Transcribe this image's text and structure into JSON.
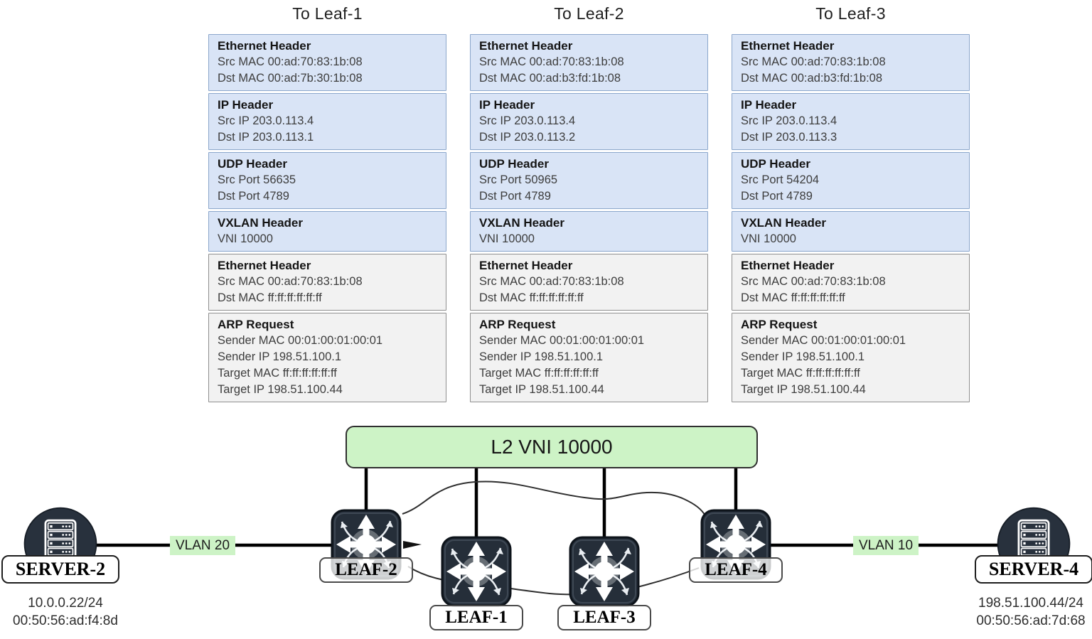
{
  "packets": [
    {
      "title": "To Leaf-1",
      "sections": [
        {
          "style": "blue",
          "title": "Ethernet Header",
          "lines": [
            "Src MAC 00:ad:70:83:1b:08",
            "Dst MAC 00:ad:7b:30:1b:08"
          ]
        },
        {
          "style": "blue",
          "title": "IP Header",
          "lines": [
            "Src IP 203.0.113.4",
            "Dst IP 203.0.113.1"
          ]
        },
        {
          "style": "blue",
          "title": "UDP Header",
          "lines": [
            "Src Port 56635",
            "Dst Port 4789"
          ]
        },
        {
          "style": "blue",
          "title": "VXLAN Header",
          "lines": [
            "VNI 10000"
          ]
        },
        {
          "style": "gray",
          "title": "Ethernet Header",
          "lines": [
            "Src MAC 00:ad:70:83:1b:08",
            "Dst MAC ff:ff:ff:ff:ff:ff"
          ]
        },
        {
          "style": "gray",
          "title": "ARP Request",
          "lines": [
            "Sender MAC 00:01:00:01:00:01",
            "Sender IP 198.51.100.1",
            "Target MAC ff:ff:ff:ff:ff:ff",
            "Target IP 198.51.100.44"
          ]
        }
      ]
    },
    {
      "title": "To Leaf-2",
      "sections": [
        {
          "style": "blue",
          "title": "Ethernet Header",
          "lines": [
            "Src MAC 00:ad:70:83:1b:08",
            "Dst MAC 00:ad:b3:fd:1b:08"
          ]
        },
        {
          "style": "blue",
          "title": "IP Header",
          "lines": [
            "Src IP 203.0.113.4",
            "Dst IP 203.0.113.2"
          ]
        },
        {
          "style": "blue",
          "title": "UDP Header",
          "lines": [
            "Src Port 50965",
            "Dst Port 4789"
          ]
        },
        {
          "style": "blue",
          "title": "VXLAN Header",
          "lines": [
            "VNI 10000"
          ]
        },
        {
          "style": "gray",
          "title": "Ethernet Header",
          "lines": [
            "Src MAC 00:ad:70:83:1b:08",
            "Dst MAC ff:ff:ff:ff:ff:ff"
          ]
        },
        {
          "style": "gray",
          "title": "ARP Request",
          "lines": [
            "Sender MAC 00:01:00:01:00:01",
            "Sender IP 198.51.100.1",
            "Target MAC ff:ff:ff:ff:ff:ff",
            "Target IP 198.51.100.44"
          ]
        }
      ]
    },
    {
      "title": "To Leaf-3",
      "sections": [
        {
          "style": "blue",
          "title": "Ethernet Header",
          "lines": [
            "Src MAC 00:ad:70:83:1b:08",
            "Dst MAC 00:ad:b3:fd:1b:08"
          ]
        },
        {
          "style": "blue",
          "title": "IP Header",
          "lines": [
            "Src IP 203.0.113.4",
            "Dst IP 203.0.113.3"
          ]
        },
        {
          "style": "blue",
          "title": "UDP Header",
          "lines": [
            "Src Port 54204",
            "Dst Port 4789"
          ]
        },
        {
          "style": "blue",
          "title": "VXLAN Header",
          "lines": [
            "VNI 10000"
          ]
        },
        {
          "style": "gray",
          "title": "Ethernet Header",
          "lines": [
            "Src MAC 00:ad:70:83:1b:08",
            "Dst MAC ff:ff:ff:ff:ff:ff"
          ]
        },
        {
          "style": "gray",
          "title": "ARP Request",
          "lines": [
            "Sender MAC 00:01:00:01:00:01",
            "Sender IP 198.51.100.1",
            "Target MAC ff:ff:ff:ff:ff:ff",
            "Target IP 198.51.100.44"
          ]
        }
      ]
    }
  ],
  "topology": {
    "vni_label": "L2 VNI 10000",
    "vlan_left": "VLAN 20",
    "vlan_right": "VLAN 10",
    "leaves": [
      {
        "label": "LEAF-2"
      },
      {
        "label": "LEAF-1"
      },
      {
        "label": "LEAF-3"
      },
      {
        "label": "LEAF-4"
      }
    ],
    "servers": [
      {
        "name": "SERVER-2",
        "ip": "10.0.0.22/24",
        "mac": "00:50:56:ad:f4:8d"
      },
      {
        "name": "SERVER-4",
        "ip": "198.51.100.44/24",
        "mac": "00:50:56:ad:7d:68"
      }
    ]
  },
  "icons": {
    "leaf": "switch-icon",
    "server": "server-icon"
  },
  "colors": {
    "header_blue_fill": "#d9e4f6",
    "header_blue_border": "#8ba6cb",
    "header_gray_fill": "#f2f2f2",
    "header_gray_border": "#8f8f8f",
    "green_highlight": "#cdf3c6",
    "node_dark": "#252e39",
    "link_black": "#000000"
  }
}
